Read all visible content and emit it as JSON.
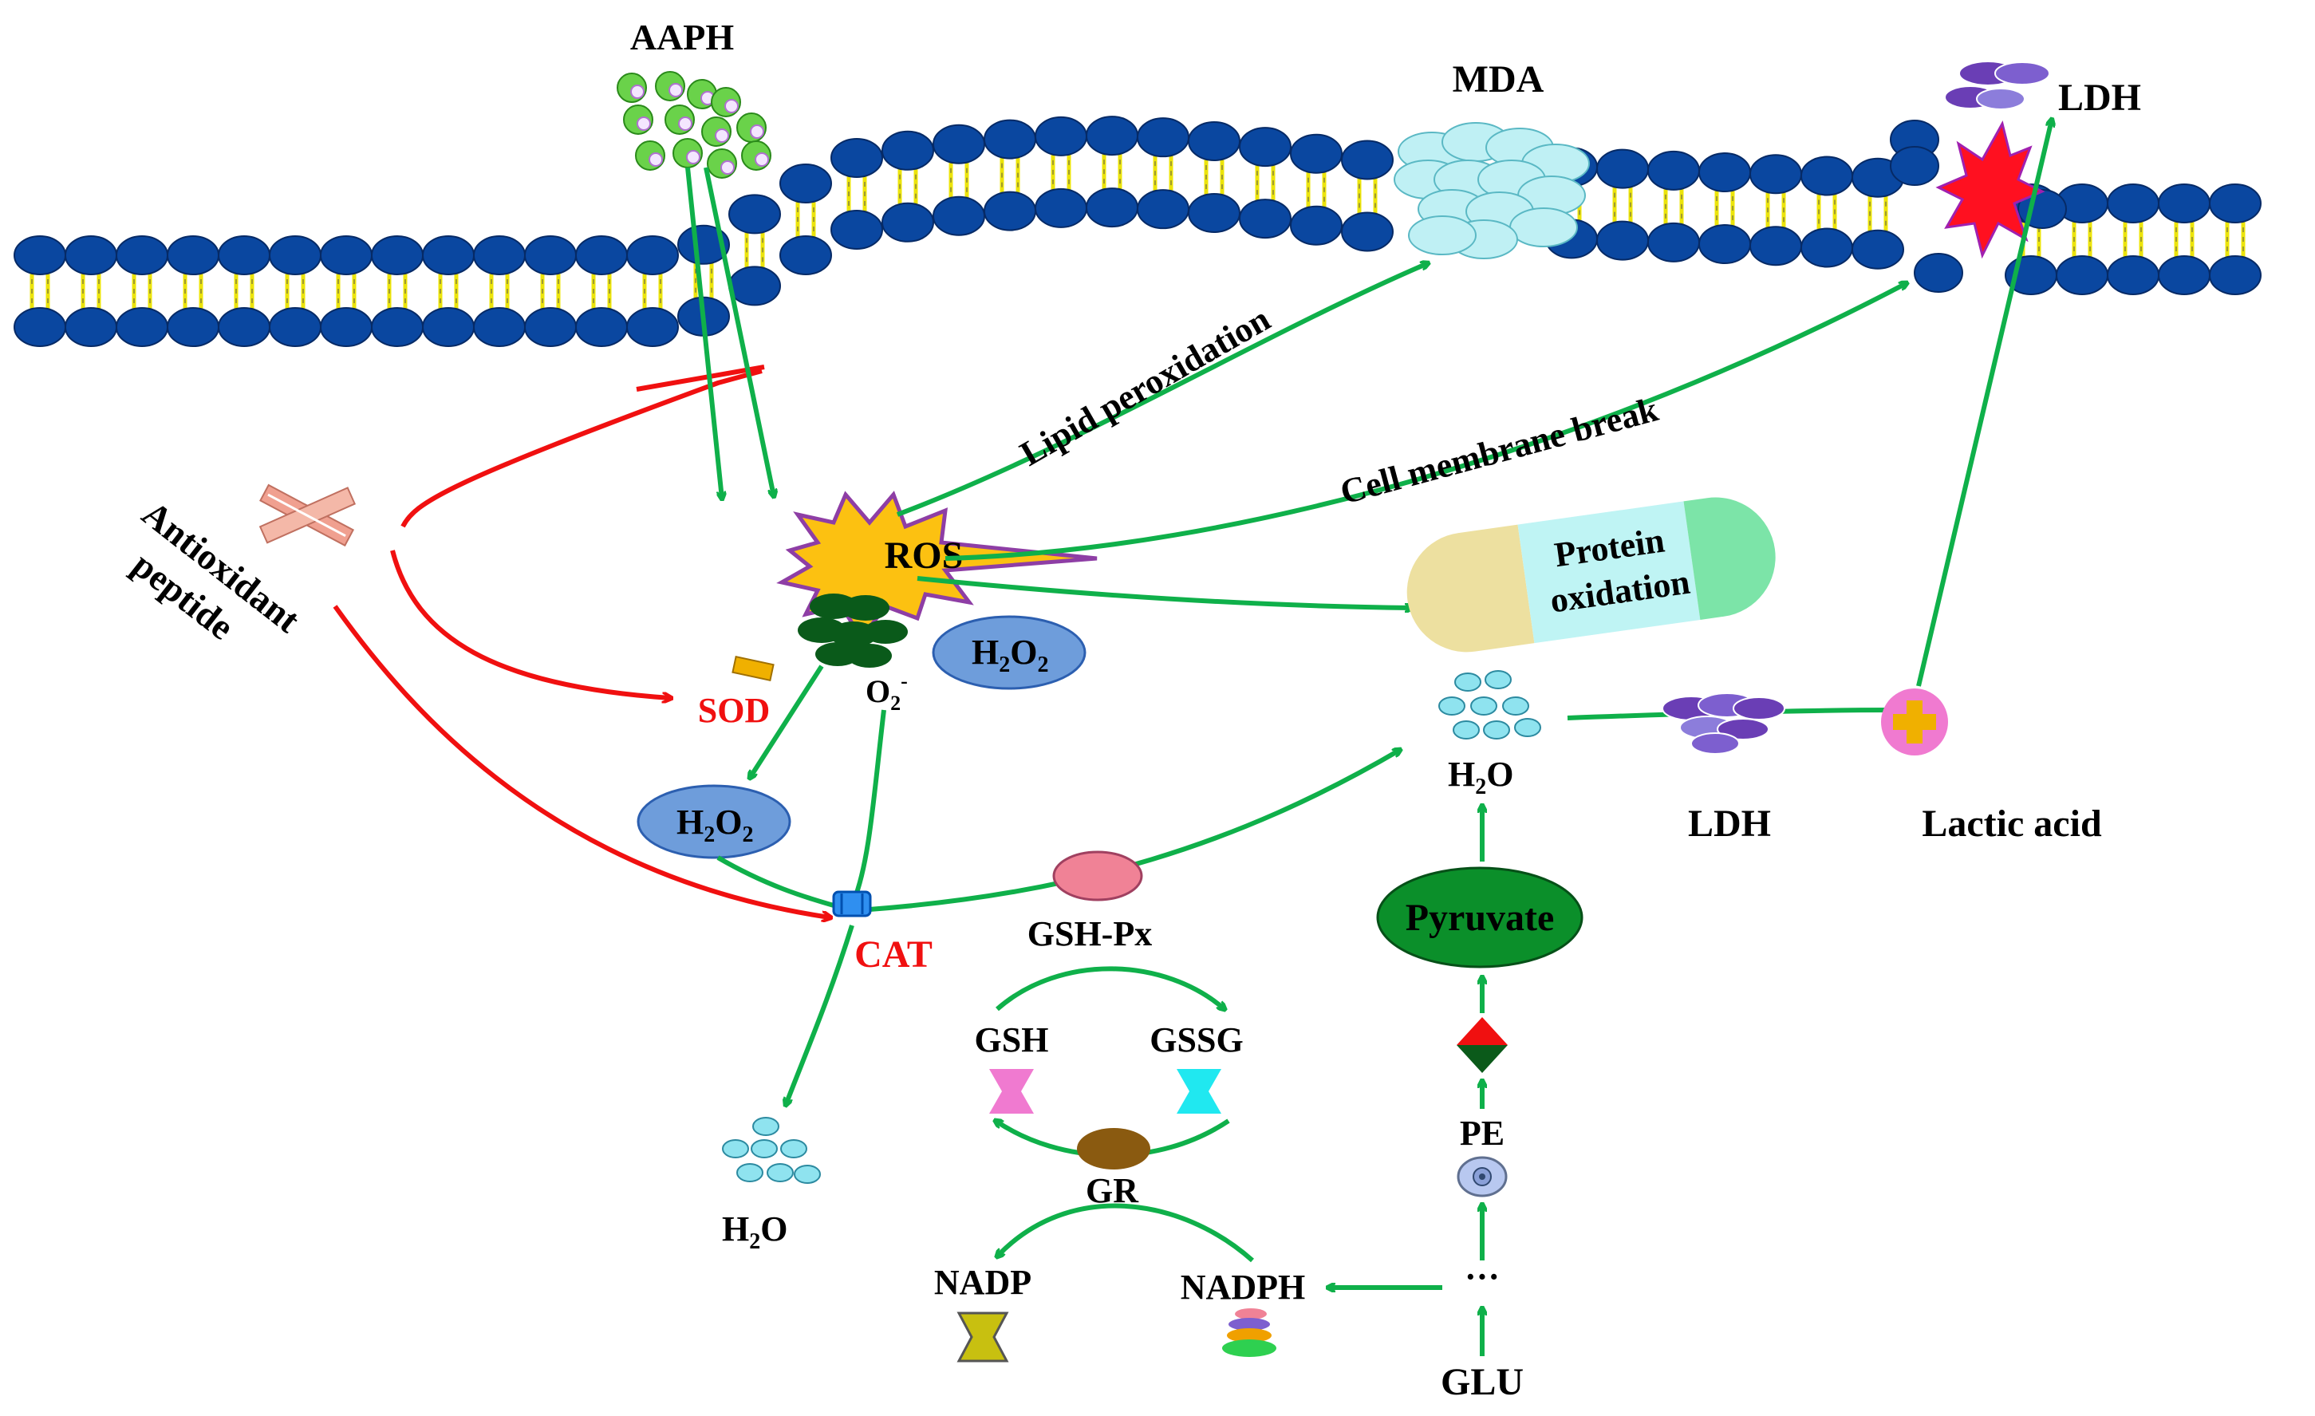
{
  "colors": {
    "pathway_arrow": "#0fb04a",
    "inhibition_arrow": "#f01010",
    "membrane_head": "#0a47a0",
    "membrane_tail": "#ece40a",
    "ros_burst": "#fcc111",
    "ros_outline": "#8e3ea5",
    "water": "#8fe3ef",
    "mda": "#bff0f4",
    "h2o2_ellipse": "#6e9ddb",
    "pyruvate": "#0b8f2a",
    "gsh_px": "#f08296",
    "gr": "#8a5a10",
    "enzyme_label": "#f01010",
    "membrane_break": "#ff1020"
  },
  "labels": {
    "aaph": "AAPH",
    "mda": "MDA",
    "ldh_top": "LDH",
    "ldh_mid": "LDH",
    "lactic_acid": "Lactic acid",
    "antioxidant_line1": "Antioxidant",
    "antioxidant_line2": "peptide",
    "ros": "ROS",
    "lipid_peroxidation": "Lipid peroxidation",
    "cell_membrane_break": "Cell membrane break",
    "protein_line1": "Protein",
    "protein_line2": "oxidation",
    "h2o2_right": {
      "base": "H",
      "sub1": "2",
      "mid": "O",
      "sub2": "2"
    },
    "h2o2_left": {
      "base": "H",
      "sub1": "2",
      "mid": "O",
      "sub2": "2"
    },
    "superoxide": {
      "base": "O",
      "sub": "2",
      "sup": "-"
    },
    "sod": "SOD",
    "cat": "CAT",
    "gsh_px": "GSH-Px",
    "gsh": "GSH",
    "gssg": "GSSG",
    "gr": "GR",
    "nadp": "NADP",
    "nadph": "NADPH",
    "h2o_center": {
      "base": "H",
      "sub": "2",
      "mid": "O"
    },
    "h2o_bottom": {
      "base": "H",
      "sub": "2",
      "mid": "O"
    },
    "pyruvate": "Pyruvate",
    "pe": "PE",
    "ellipsis": "···",
    "glu": "GLU"
  }
}
